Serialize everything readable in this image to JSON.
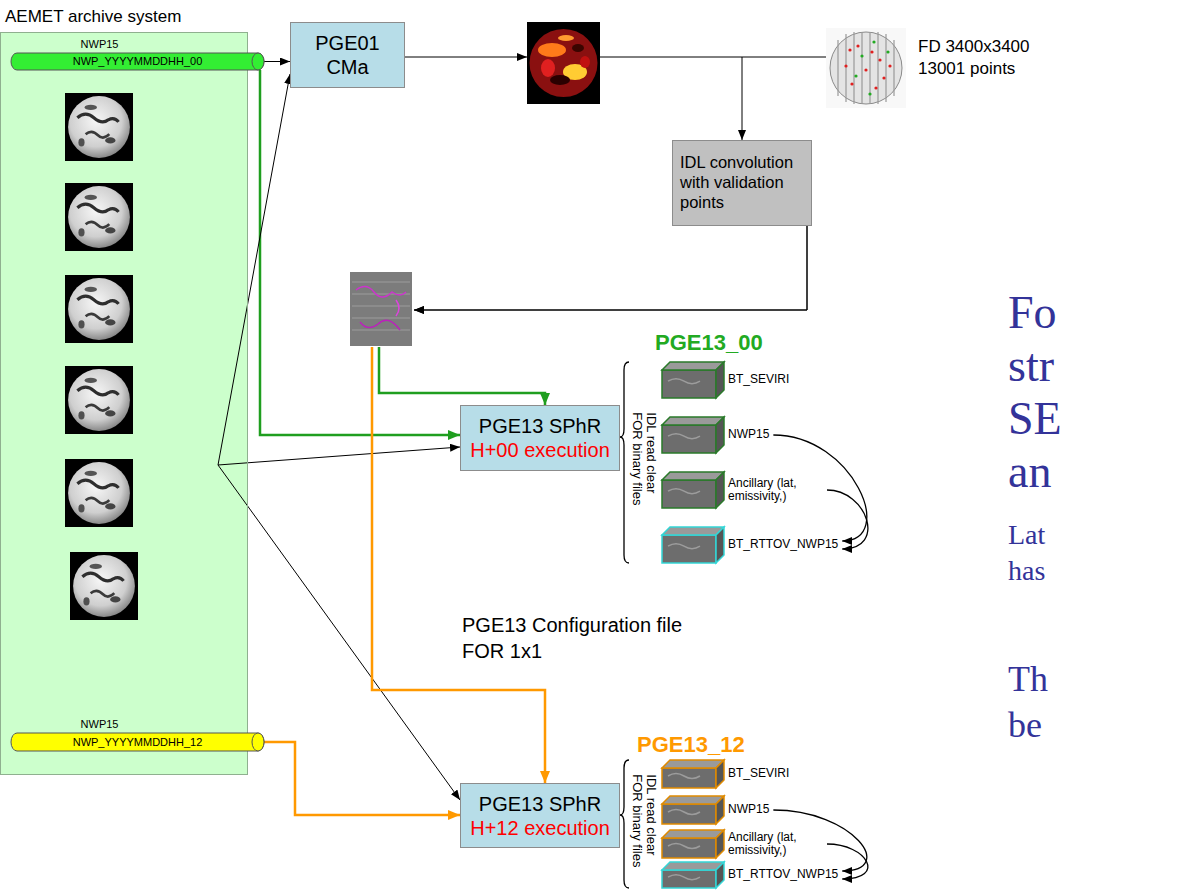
{
  "diagram": {
    "nodes": [
      {
        "text": [
          "AEMET archive system"
        ]
      },
      {
        "text": [
          "NWP15",
          "NWP_YYYYMMDDHH_00"
        ],
        "in": 0
      },
      {
        "text": [
          "NWP15",
          "NWP_YYYYMMDDHH_12"
        ],
        "in": 0
      },
      {
        "text": [
          "PGE01 CMa"
        ]
      },
      {
        "text": [
          "IDL convolution with validation points"
        ]
      },
      {
        "text": [
          "PGE13 SPhR",
          "H+00 execution"
        ]
      },
      {
        "text": [
          "BT_SEVIRI"
        ]
      },
      {
        "text": [
          "NWP15"
        ]
      },
      {
        "text": [
          "Ancillary (lat, emissivity,)"
        ]
      },
      {
        "text": [
          "BT_RTTOV_NWP15"
        ]
      },
      {
        "text": [
          "PGE13 SPhR",
          "H+12 execution"
        ]
      },
      {
        "text": [
          "BT_SEVIRI"
        ]
      },
      {
        "text": [
          "NWP15"
        ]
      },
      {
        "text": [
          "Ancillary (lat, emissivity,)"
        ]
      },
      {
        "text": [
          "BT_RTTOV_NWP15"
        ]
      }
    ],
    "edges": [
      {
        "from": 1,
        "to": 3,
        "arrow": "to"
      },
      {
        "from": 1,
        "to": 5,
        "arrow": "to"
      },
      {
        "from": 0,
        "to": 3,
        "arrow": "to"
      },
      {
        "from": 0,
        "to": 5,
        "arrow": "to"
      },
      {
        "from": 0,
        "to": 10,
        "arrow": "to"
      },
      {
        "from": 3,
        "to": 4,
        "arrow": "to"
      },
      {
        "from": 4,
        "to": 5,
        "arrow": "to"
      },
      {
        "from": 4,
        "to": 10,
        "arrow": "to"
      },
      {
        "from": 2,
        "to": 10,
        "arrow": "to"
      },
      {
        "from": 7,
        "to": 9,
        "arrow": "to"
      },
      {
        "from": 8,
        "to": 9,
        "arrow": "to"
      },
      {
        "from": 12,
        "to": 14,
        "arrow": "to"
      },
      {
        "from": 13,
        "to": 14,
        "arrow": "to"
      }
    ],
    "labels": [
      "FD 3400x3400",
      "13001 points",
      "PGE13 Configuration file FOR 1x1",
      "PGE13_00",
      "IDL read clear FOR binary files",
      "PGE13_12",
      "IDL read clear FOR binary files",
      "Fo",
      "str",
      "SE",
      "an",
      "Lat",
      "has",
      "Th",
      "be"
    ]
  }
}
